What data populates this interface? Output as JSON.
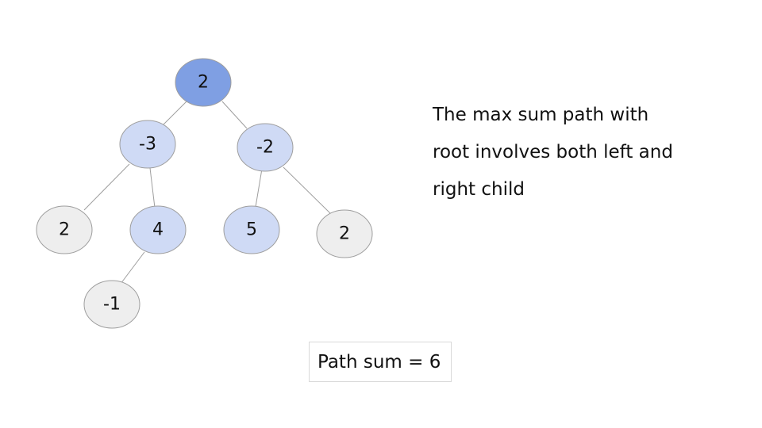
{
  "tree": {
    "colors": {
      "root_fill": "#7f9fe3",
      "path_fill": "#cfdaf5",
      "other_fill": "#eeeeee",
      "edge": "#9e9e9e"
    },
    "nodes": [
      {
        "id": "n-root",
        "label": "2",
        "role": "root"
      },
      {
        "id": "n-left",
        "label": "-3",
        "role": "path"
      },
      {
        "id": "n-right",
        "label": "-2",
        "role": "path"
      },
      {
        "id": "n-left-left",
        "label": "2",
        "role": "other"
      },
      {
        "id": "n-left-right",
        "label": "4",
        "role": "path"
      },
      {
        "id": "n-right-left",
        "label": "5",
        "role": "path"
      },
      {
        "id": "n-right-right",
        "label": "2",
        "role": "other"
      },
      {
        "id": "n-left-right-left",
        "label": "-1",
        "role": "other"
      }
    ]
  },
  "description": {
    "lines": [
      "The max sum path with",
      "root involves both left and",
      "right child"
    ]
  },
  "result": {
    "text": "Path sum = 6"
  }
}
